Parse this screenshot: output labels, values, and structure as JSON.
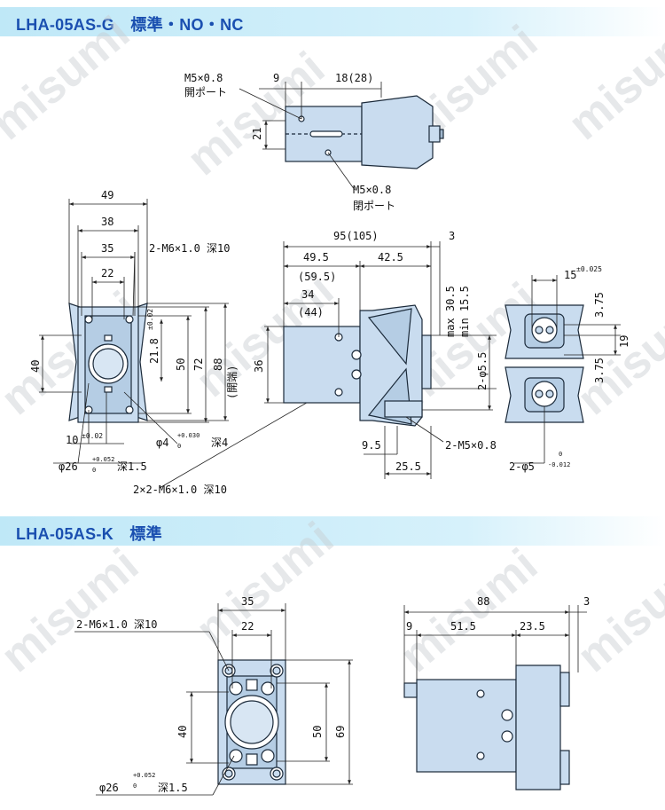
{
  "sections": [
    {
      "title": "LHA-05AS-G　標準・NO・NC"
    },
    {
      "title": "LHA-05AS-K　標準"
    }
  ],
  "colors": {
    "band": "#bfe8f7",
    "band_text": "#1a4fb0",
    "part_fill": "#c9dcef",
    "part_stroke": "#1b2a3a",
    "dim_line": "#222222",
    "watermark": "#c8cdd2"
  },
  "watermark": "misumi",
  "view1": {
    "port_open_1": [
      "M5×0.8",
      "開ポート"
    ],
    "dim_9": "9",
    "dim_18_28": "18(28)",
    "dim_21": "21",
    "port_open_2": [
      "M5×0.8",
      "閉ポート"
    ]
  },
  "view2": {
    "dim_49": "49",
    "dim_38": "38",
    "dim_35": "35",
    "dim_22": "22",
    "tap_label": "2-M6×1.0 深10",
    "dim_40": "40",
    "dim_21_8": "21.8",
    "dim_21_8_tol": "±0.02",
    "dim_50": "50",
    "dim_72": "72",
    "dim_88": "88",
    "dim_88_note": "(開端)",
    "dim_10": "10",
    "dim_10_tol": "±0.02",
    "phi4": "φ4",
    "phi4_tol_upper": "+0.030",
    "phi4_tol_lower": "0",
    "phi4_depth": "深4",
    "phi26": "φ26",
    "phi26_tol_upper": "+0.052",
    "phi26_tol_lower": "0",
    "phi26_depth": "深1.5",
    "tap_label_2": "2×2-M6×1.0 深10"
  },
  "view3": {
    "dim_95": "95(105)",
    "dim_3": "3",
    "dim_49_5": "49.5",
    "dim_59_5": "(59.5)",
    "dim_42_5": "42.5",
    "dim_34": "34",
    "dim_44": "(44)",
    "dim_36": "36",
    "dim_max": "max 30.5",
    "dim_min": "min 15.5",
    "dim_phi5_5": "2-φ5.5",
    "dim_9_5": "9.5",
    "dim_25_5": "25.5",
    "port_label": "2-M5×0.8"
  },
  "view4": {
    "dim_15": "15",
    "dim_15_tol": "±0.025",
    "dim_3_75a": "3.75",
    "dim_19": "19",
    "dim_3_75b": "3.75",
    "phi5": "2-φ5",
    "phi5_tol_upper": "0",
    "phi5_tol_lower": "-0.012"
  },
  "view5": {
    "dim_35": "35",
    "tap_label": "2-M6×1.0 深10",
    "dim_22": "22",
    "dim_40": "40",
    "dim_50": "50",
    "dim_69": "69",
    "phi26": "φ26",
    "phi26_tol_upper": "+0.052",
    "phi26_tol_lower": "0",
    "phi26_depth": "深1.5"
  },
  "view6": {
    "dim_88": "88",
    "dim_3": "3",
    "dim_9": "9",
    "dim_51_5": "51.5",
    "dim_23_5": "23.5"
  }
}
